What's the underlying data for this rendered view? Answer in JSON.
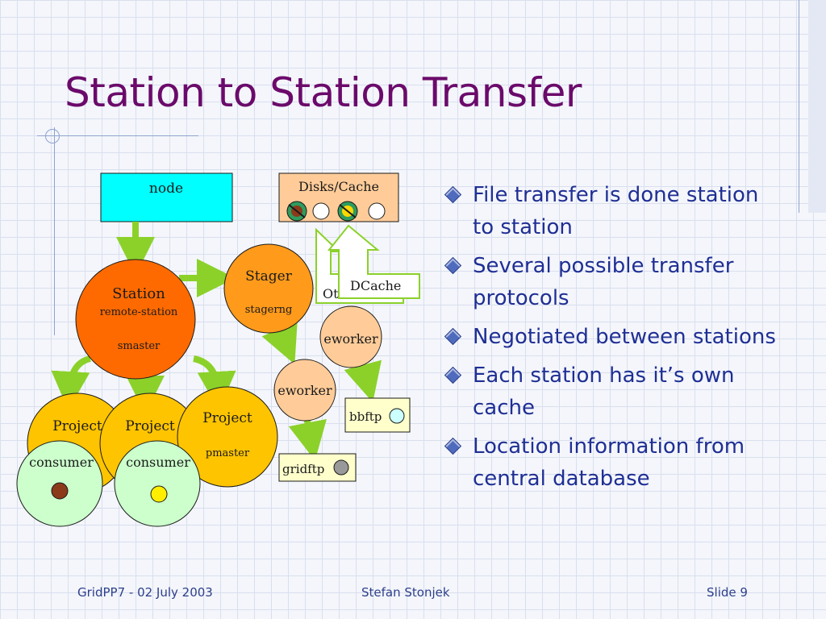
{
  "slide": {
    "title": "Station to Station Transfer",
    "bullets": [
      "File transfer is done station to station",
      "Several possible transfer protocols",
      "Negotiated between stations",
      "Each station has it’s own cache",
      "Location information from central database"
    ]
  },
  "diagram": {
    "node_label": "node",
    "disks_label": "Disks/Cache",
    "station_label": "Station",
    "station_sub1": "remote-station",
    "station_sub2": "smaster",
    "stager_label": "Stager",
    "stager_sub": "stagerng",
    "other_label": "Ot",
    "dcache_label": "DCache",
    "eworker_label": "eworker",
    "bbftp_label": "bbftp",
    "gridftp_label": "gridftp",
    "project_label": "Project",
    "pmaster_label": "pmaster",
    "consumer_label": "consumer"
  },
  "footer": {
    "left": "GridPP7  -  02 July 2003",
    "center": "Stefan Stonjek",
    "right": "Slide 9"
  },
  "colors": {
    "title": "#6b0a6b",
    "bullet_text": "#1f2f94",
    "node_box": "#00ffff",
    "station": "#ff6a00",
    "stager": "#ff9a1a",
    "project": "#ffc400",
    "consumer": "#ccffcc",
    "arrow": "#8bd12a"
  }
}
